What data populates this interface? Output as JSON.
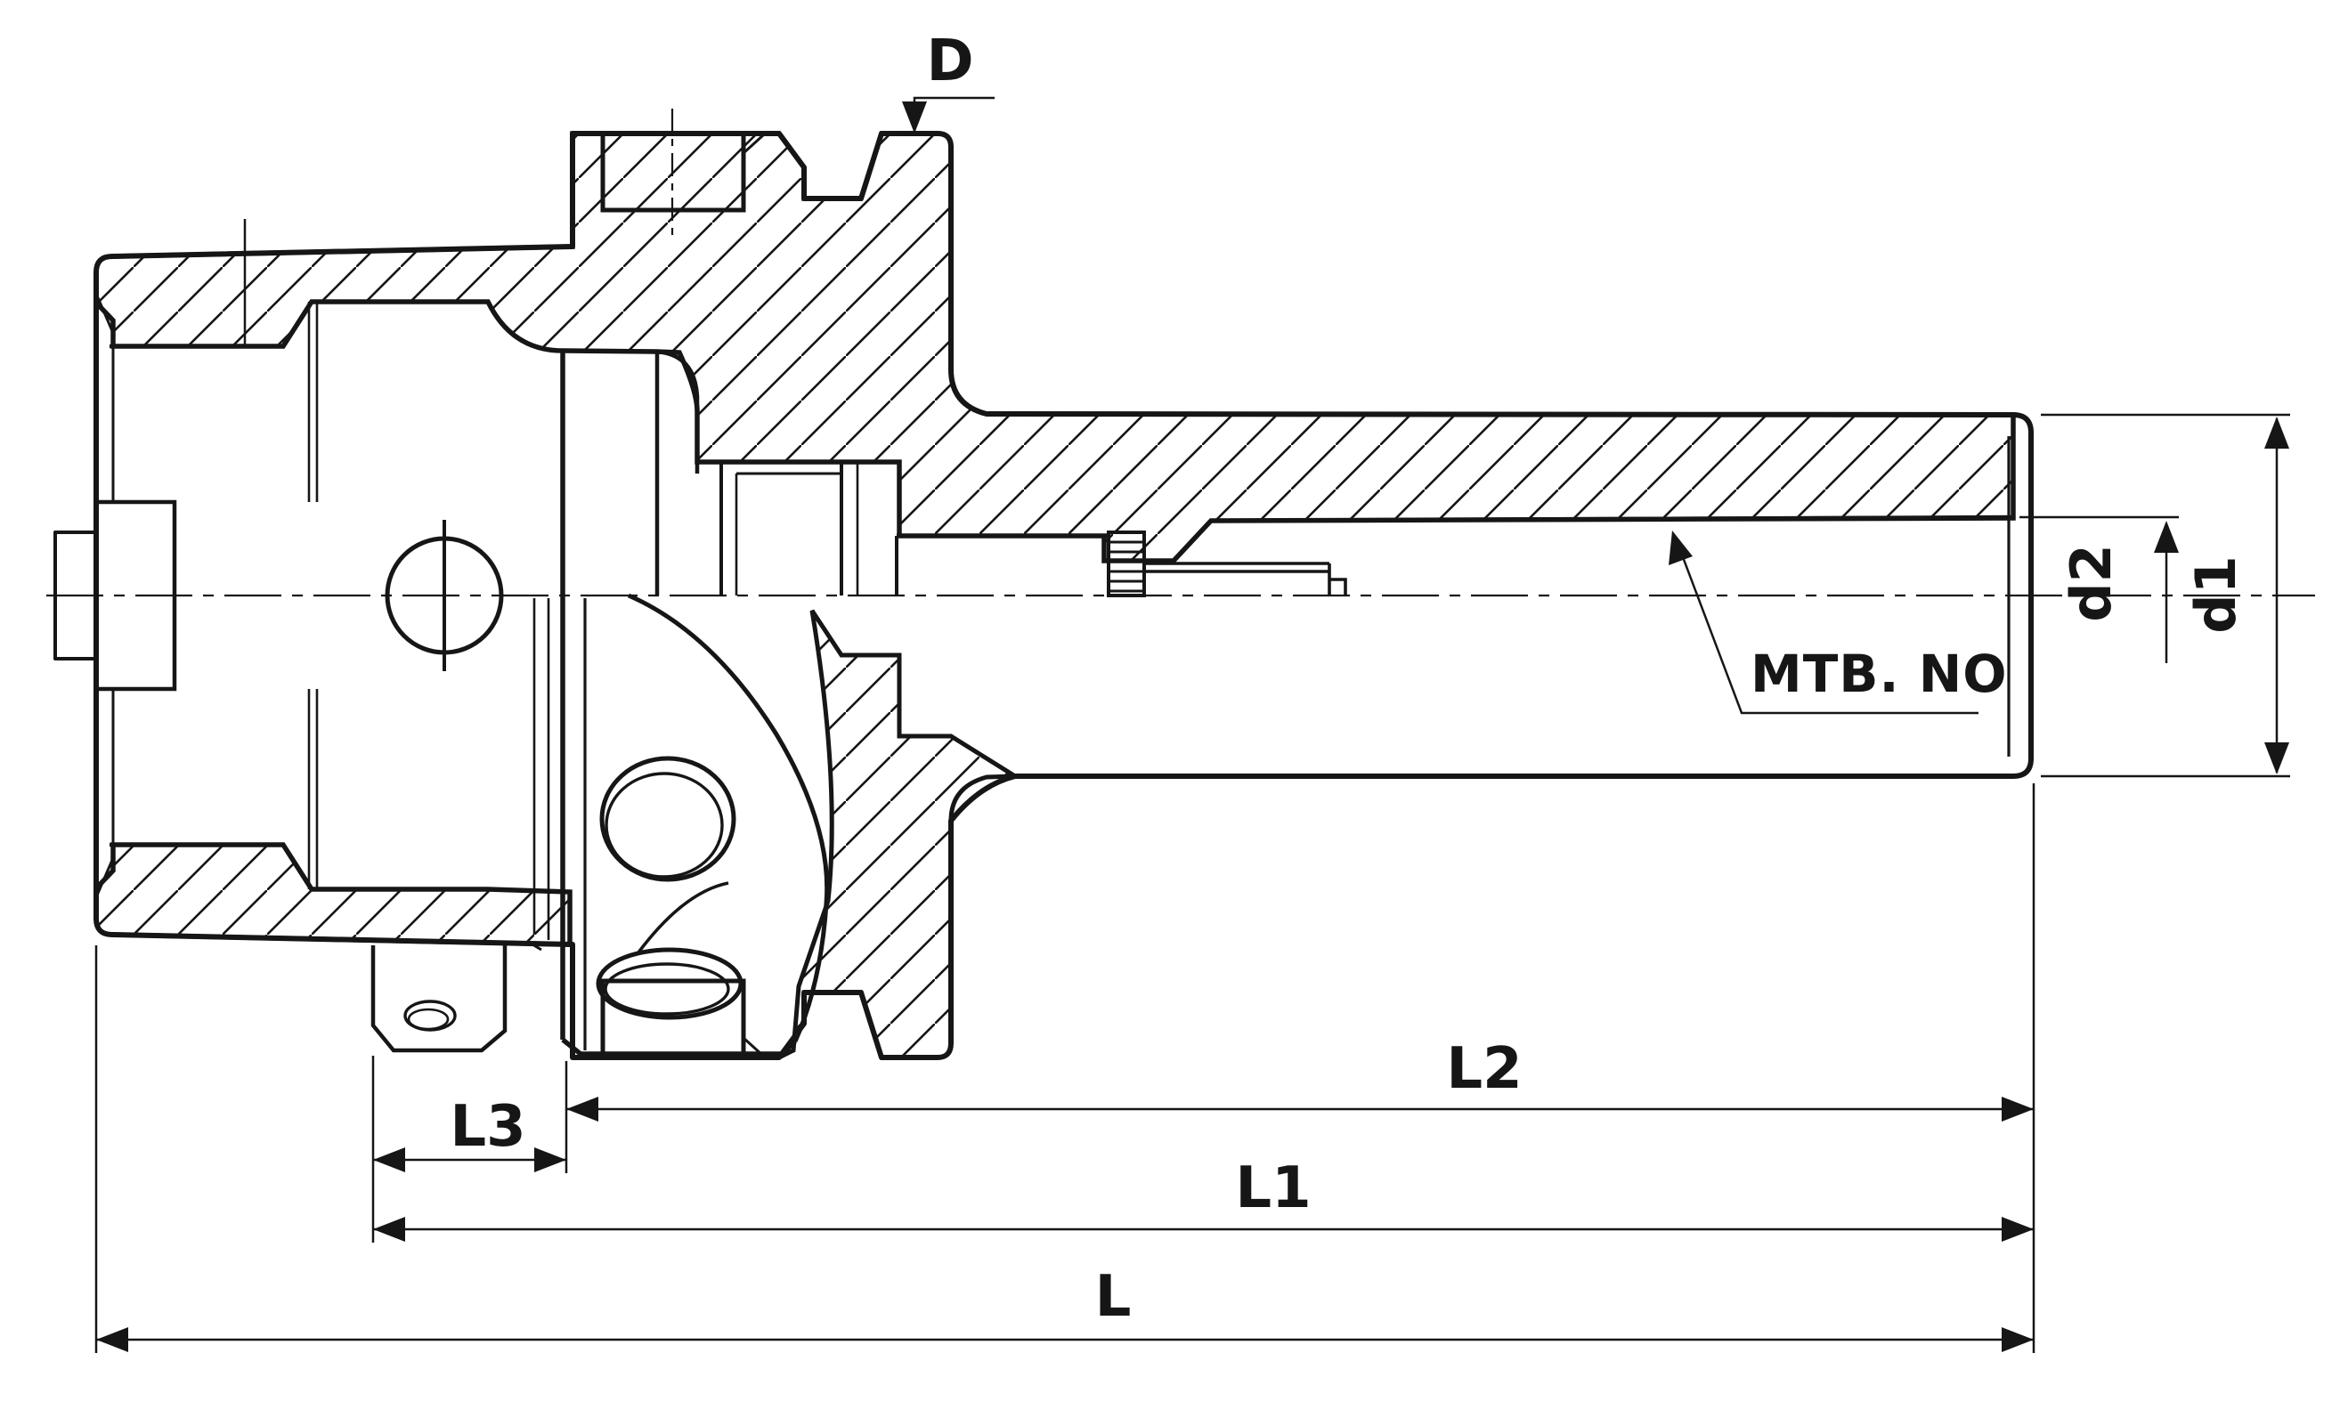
{
  "drawing": {
    "type": "technical-drawing",
    "description": "Cross-section drawing of a drill-sleeve tool holder (HSK shank with Morse taper socket)",
    "colors": {
      "line": "#161616",
      "background": "#ffffff"
    },
    "labels": {
      "flange_diameter": "D",
      "sleeve_outer_diameter": "d1",
      "socket_bore_diameter": "d2",
      "overall_length": "L",
      "length_l1": "L1",
      "length_l2": "L2",
      "length_l3": "L3",
      "taper_note": "MTB. NO"
    }
  }
}
